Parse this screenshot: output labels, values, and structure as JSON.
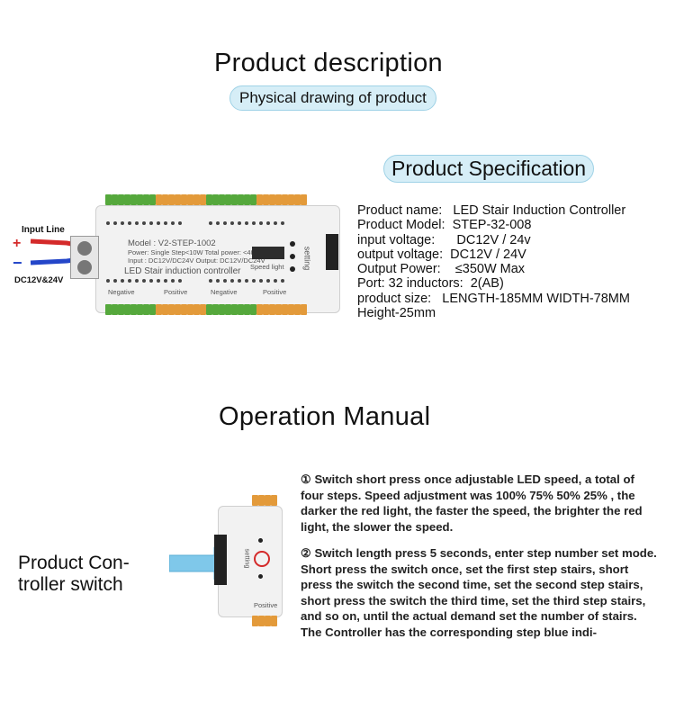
{
  "titles": {
    "product_description": "Product description",
    "physical_drawing": "Physical drawing of product",
    "product_specification": "Product Specification",
    "operation_manual": "Operation Manual"
  },
  "spec": {
    "name": "Product name:   LED Stair Induction Controller",
    "model": "Product Model:  STEP-32-008",
    "input_voltage": "input voltage:      DC12V / 24v",
    "output_voltage": "output voltage:  DC12V / 24V",
    "output_power": "Output Power:    ≤350W Max",
    "port": "Port: 32 inductors:  2(AB)",
    "size": "product size:   LENGTH-185MM WIDTH-78MM",
    "height": "Height-25mm"
  },
  "device": {
    "input_line": "Input Line",
    "plus": "+",
    "minus": "−",
    "dc_label": "DC12V&24V",
    "model_text": "Model : V2-STEP-1002",
    "power_text": "Power: Single Step<10W Total power: <400W",
    "input_text": "Input : DC12V/DC24V Output: DC12V/DC24V",
    "name_text": "LED Stair induction controller",
    "speed_light": "Speed light",
    "setting": "setting",
    "negative": "Negative",
    "positive": "Positive"
  },
  "manual": {
    "side_label": "Product Con-\ntroller switch",
    "para1": "①   Switch short press once adjustable LED speed, a total of four steps. Speed adjustment was 100% 75% 50% 25% , the darker the red light, the faster the speed, the brighter the red light, the slower the speed.",
    "para2": "②   Switch length press 5 seconds, enter step number set mode. Short press the switch once, set the first step stairs, short press the switch the second time, set the second step stairs, short press the switch the third time, set the third step stairs, and so on, until the actual demand set the number of stairs. The Controller has the corresponding step blue indi-"
  },
  "colors": {
    "pill_bg": "#d6eef7",
    "terminal_green": "#55a83c",
    "terminal_orange": "#e39a3a",
    "arrow_blue": "#7fc8ea"
  }
}
